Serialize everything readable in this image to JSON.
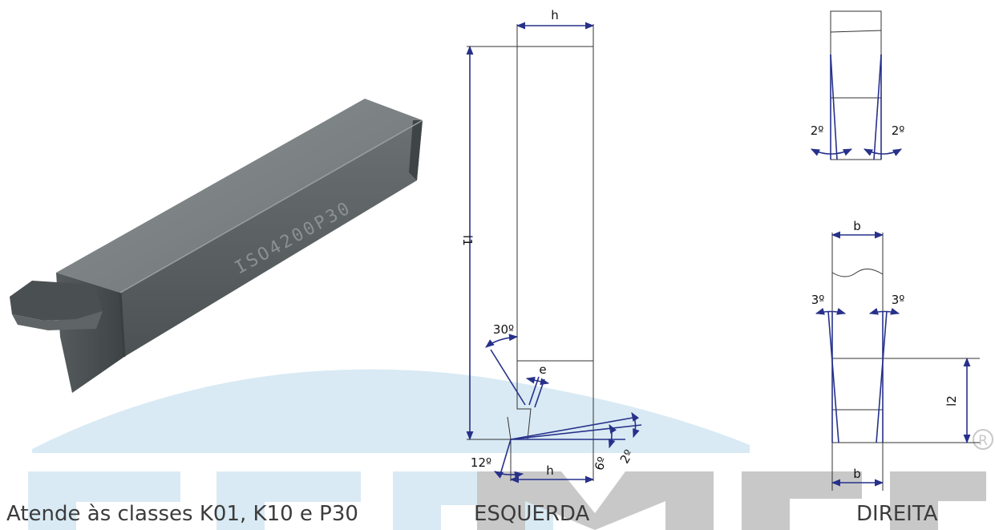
{
  "watermark": {
    "word": "FERMEC",
    "registered_mark": "R"
  },
  "product": {
    "engraving": "ISO4200P30"
  },
  "captions": {
    "classes": "Atende às classes K01, K10 e P30",
    "left_view": "ESQUERDA",
    "right_view": "DIREITA"
  },
  "labels": {
    "h_top": "h",
    "l1": "l1",
    "angle_30": "30º",
    "e": "e",
    "angle_12": "12º",
    "h_bottom": "h",
    "angle_6": "6º",
    "angle_2_left": "2º",
    "angle_2_top_left": "2º",
    "angle_2_top_right": "2º",
    "b_top": "b",
    "angle_3_left": "3º",
    "angle_3_right": "3º",
    "l2": "l2",
    "b_bottom": "b"
  },
  "colors": {
    "dimension": "#27318a",
    "outline": "#333333",
    "watermark_blue": "#d9eaf4",
    "watermark_gray": "#c8c8c8",
    "tool_dark": "#4e5355",
    "caption_text": "#3c3c3c"
  }
}
